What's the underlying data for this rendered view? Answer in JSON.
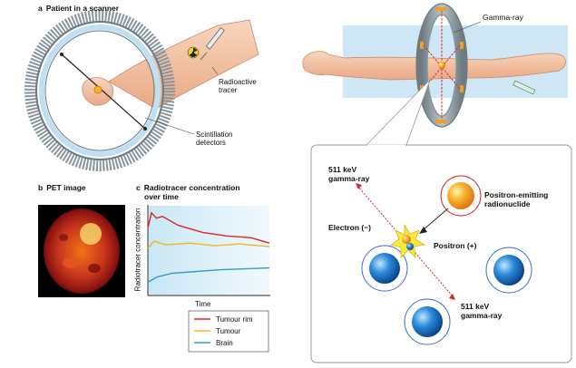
{
  "panel_a": {
    "letter": "a",
    "title": "Patient in a scanner",
    "label_tracer_line1": "Radioactive",
    "label_tracer_line2": "tracer",
    "label_detectors_line1": "Scintillation",
    "label_detectors_line2": "detectors"
  },
  "panel_b": {
    "letter": "b",
    "title": "PET image"
  },
  "panel_c": {
    "letter": "c",
    "title_line1": "Radiotracer concentration",
    "title_line2": "over time",
    "ylabel": "Radiotracer concentration",
    "xlabel": "Time"
  },
  "legend": [
    {
      "label": "Tumour rim",
      "color": "#d8262a"
    },
    {
      "label": "Tumour",
      "color": "#f0b71e"
    },
    {
      "label": "Brain",
      "color": "#3a9ad1"
    }
  ],
  "right_panel": {
    "gamma_ray_label": "Gamma-ray",
    "gamma_top_line1": "511 keV",
    "gamma_top_line2": "gamma-ray",
    "gamma_bottom_line1": "511 keV",
    "gamma_bottom_line2": "gamma-ray",
    "positron_emitting_line1": "Positron-emitting",
    "positron_emitting_line2": "radionuclide",
    "electron_label": "Electron (−)",
    "positron_label": "Positron (+)"
  },
  "colors": {
    "ring": "#5f6a72",
    "detector_blue": "#bfe0f2",
    "arrow_red": "#d8262a",
    "nucleus_orange": "#f0a020",
    "sphere_blue": "#1e78c8",
    "skin": "#f4c7a4",
    "inset_border": "#9a9a9a"
  }
}
